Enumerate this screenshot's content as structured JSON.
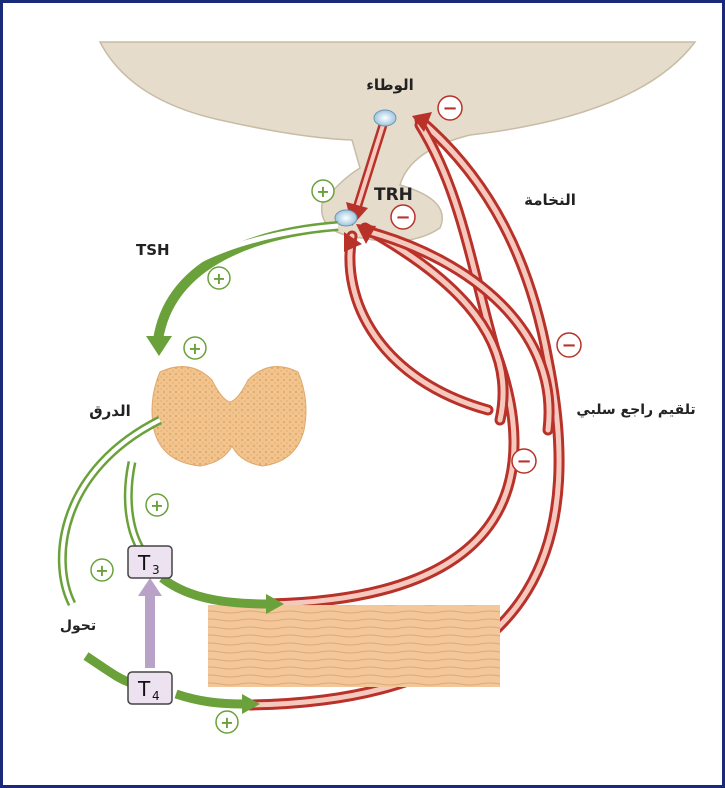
{
  "labels": {
    "hypothalamus": "الوطاء",
    "pituitary": "النخامة",
    "trh": "TRH",
    "tsh": "TSH",
    "thyroid": "الدرق",
    "conversion": "تحول",
    "negative_feedback": "تلقيم راجع سلبي"
  },
  "hormones": {
    "t3": "T",
    "t3_sub": "3",
    "t4": "T",
    "t4_sub": "4"
  },
  "signs": {
    "plus": "+",
    "minus": "−"
  },
  "colors": {
    "frame": "#1a2a7a",
    "brain": "#e6dccb",
    "feedback_arrow": "#b8322a",
    "feedback_inner": "#f6c9bf",
    "stimulation_arrow": "#6aa13a",
    "plus_sign": "#6aa13a",
    "minus_sign": "#b8322a",
    "thyroid": "#f1c48e",
    "tissue": "#f3c79a",
    "hormone_box": "#ece2f0",
    "conversion_arrow": "#b9a2c8"
  }
}
